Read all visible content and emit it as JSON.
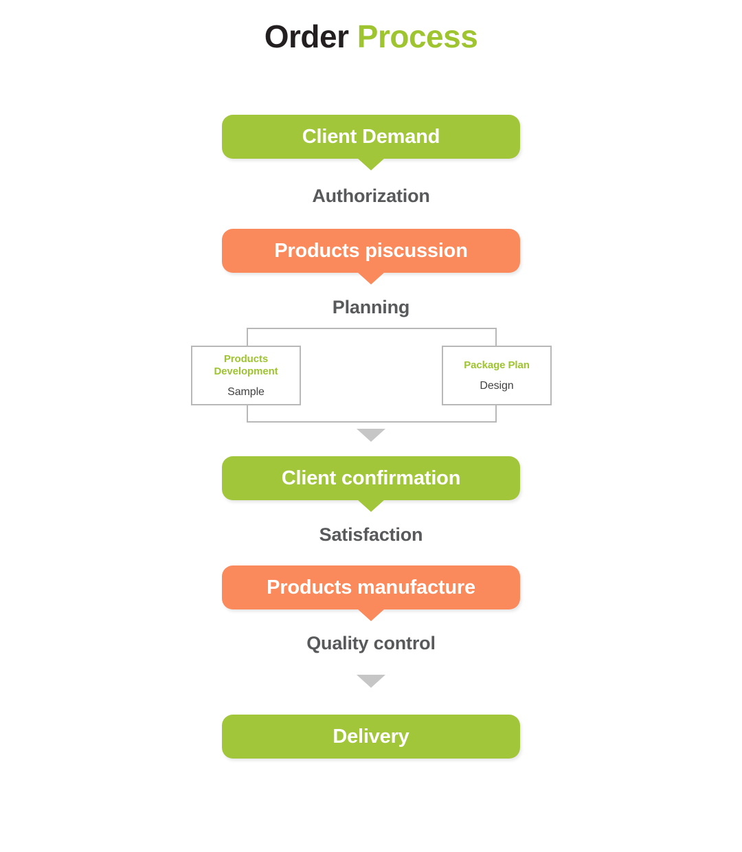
{
  "title": {
    "word_dark": "Order",
    "word_accent": "Process",
    "accent_color": "#9ec42f",
    "dark_color": "#231f20"
  },
  "colors": {
    "green": "#a2c639",
    "orange": "#fa8a5b",
    "label_gray": "#58595b",
    "line_gray": "#b8b8b8",
    "arrow_gray": "#c6c6c6"
  },
  "flow": {
    "steps": [
      {
        "label": "Client Demand",
        "color": "green",
        "has_notch": true
      },
      {
        "label": "Products piscussion",
        "color": "orange",
        "has_notch": true
      },
      {
        "label": "Client confirmation",
        "color": "green",
        "has_notch": true
      },
      {
        "label": "Products manufacture",
        "color": "orange",
        "has_notch": true
      },
      {
        "label": "Delivery",
        "color": "green",
        "has_notch": false
      }
    ],
    "connectors": [
      {
        "label": "Authorization"
      },
      {
        "label": "Planning"
      },
      {
        "label": "Satisfaction"
      },
      {
        "label": "Quality control"
      }
    ],
    "branch": {
      "left_box": {
        "title": "Products Development",
        "subtitle": "Sample"
      },
      "right_box": {
        "title": "Package Plan",
        "subtitle": "Design"
      }
    }
  }
}
